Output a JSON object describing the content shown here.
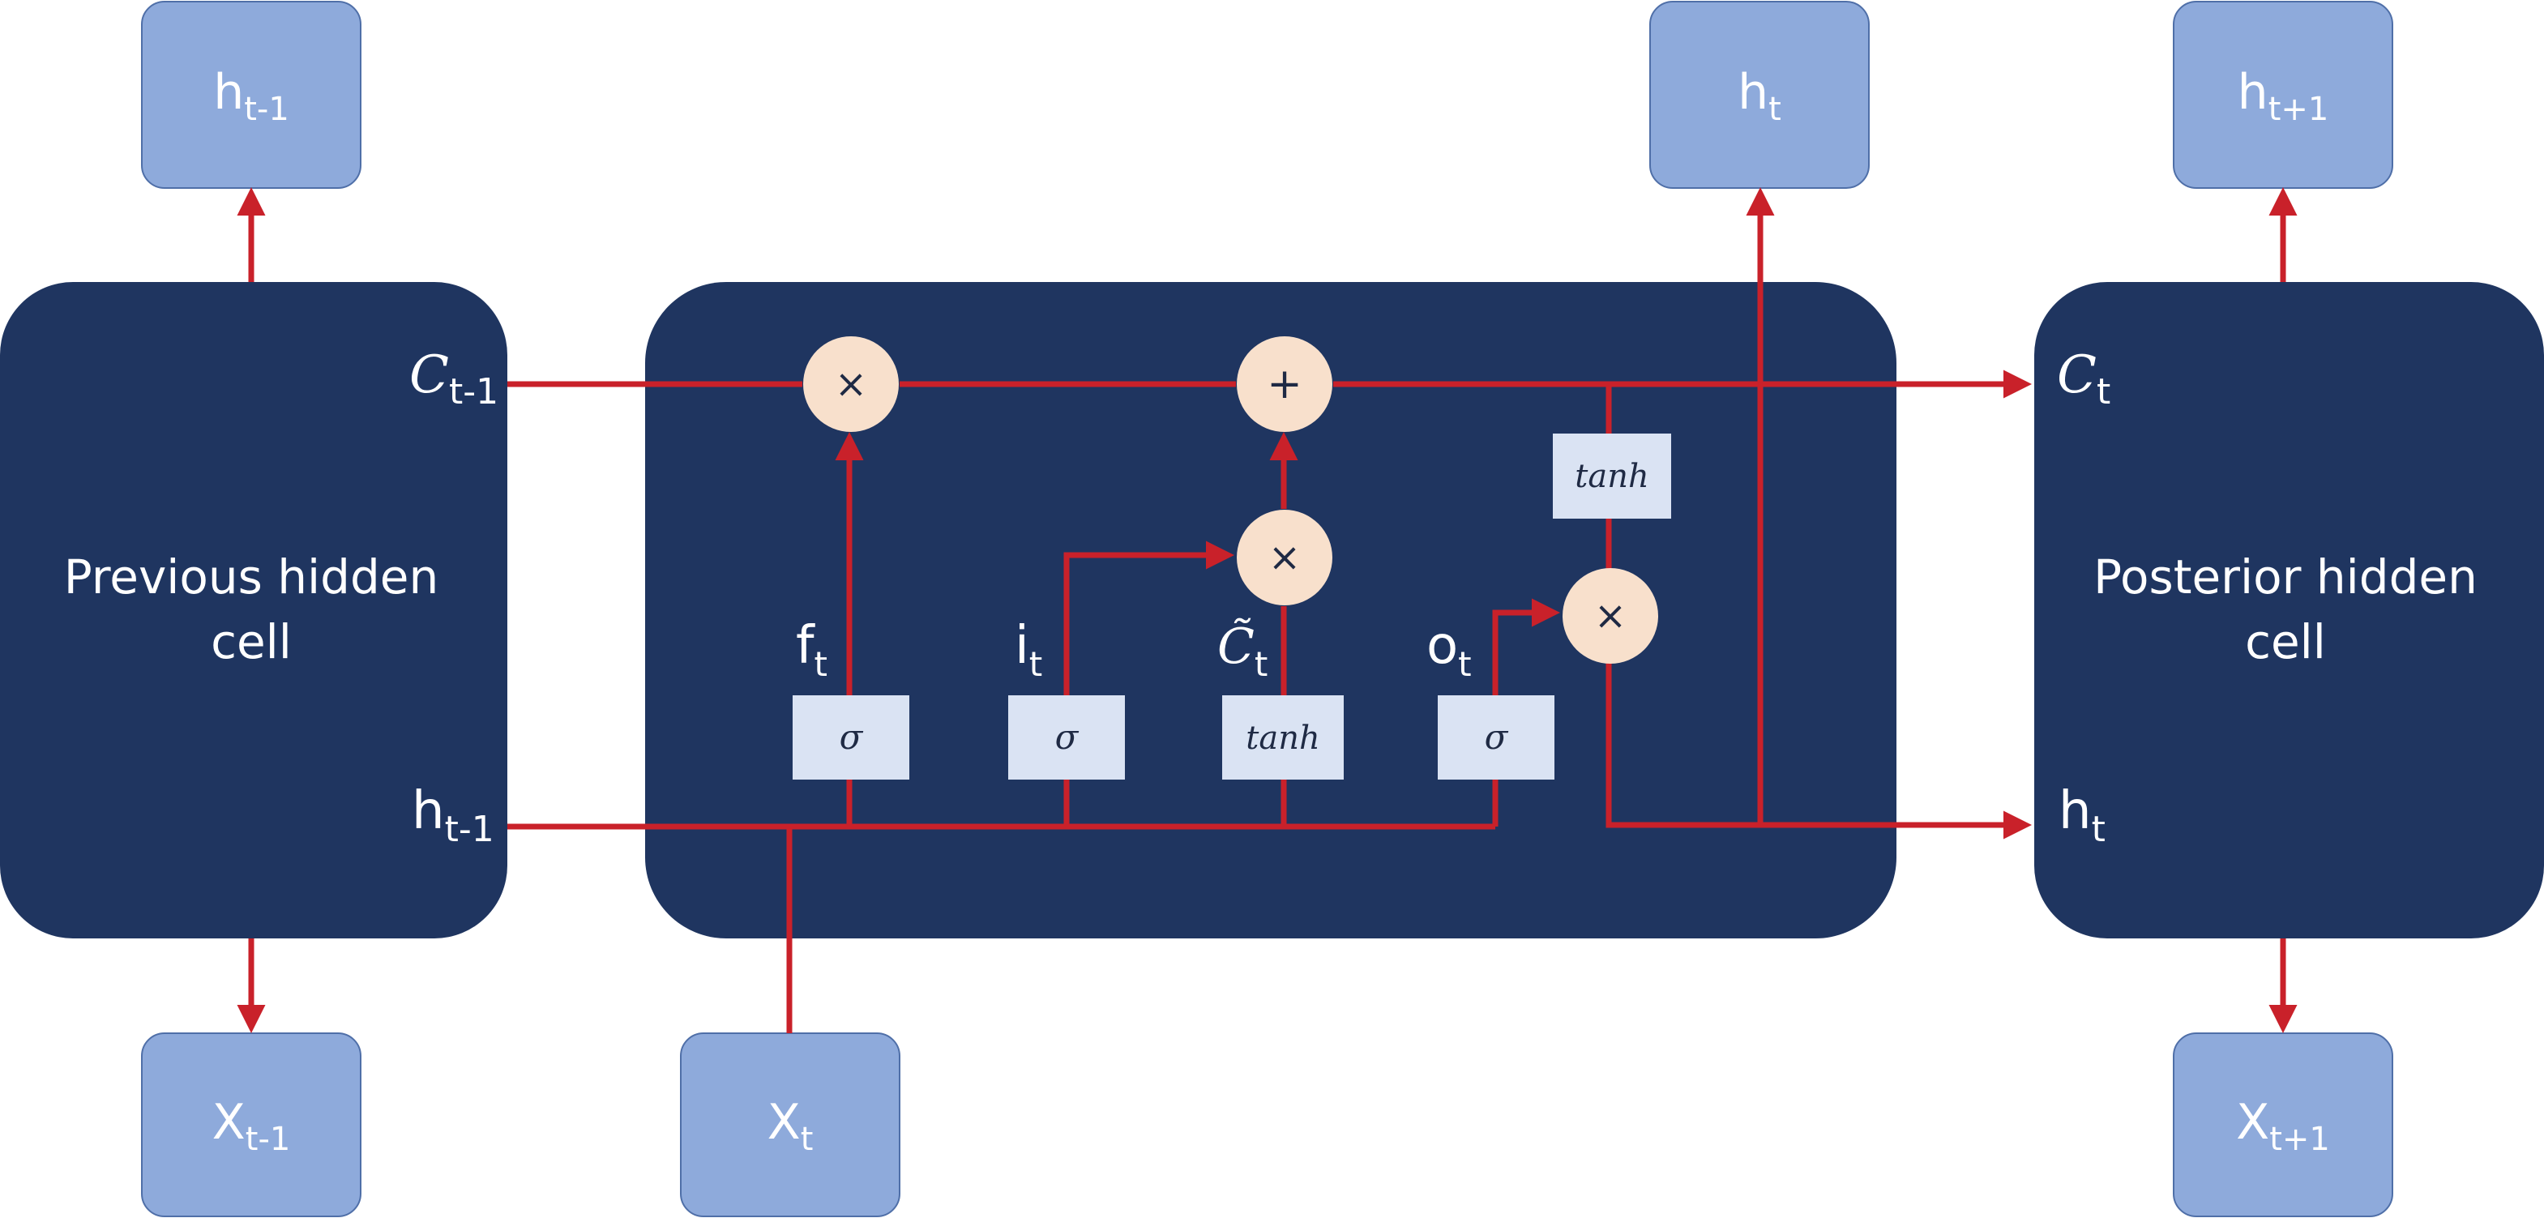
{
  "colors": {
    "cell": "#1f3560",
    "io_box": "#8eaadb",
    "gate_box": "#dae3f3",
    "op_circle": "#f8e0cc",
    "wire": "#c9212a"
  },
  "left_cell": {
    "line1": "Previous hidden",
    "line2": "cell",
    "c_base": "C",
    "c_sub": "t-1",
    "h_base": "h",
    "h_sub": "t-1"
  },
  "right_cell": {
    "line1": "Posterior hidden",
    "line2": "cell",
    "c_base": "C",
    "c_sub": "t",
    "h_base": "h",
    "h_sub": "t"
  },
  "io": {
    "h_prev": {
      "base": "h",
      "sub": "t-1"
    },
    "h_cur": {
      "base": "h",
      "sub": "t"
    },
    "h_next": {
      "base": "h",
      "sub": "t+1"
    },
    "x_prev": {
      "base": "X",
      "sub": "t-1"
    },
    "x_cur": {
      "base": "X",
      "sub": "t"
    },
    "x_next": {
      "base": "X",
      "sub": "t+1"
    }
  },
  "gates": {
    "forget": {
      "label": "σ",
      "out_base": "f",
      "out_sub": "t"
    },
    "input": {
      "label": "σ",
      "out_base": "i",
      "out_sub": "t"
    },
    "candidate": {
      "label": "tanh",
      "out_base": "C̃",
      "out_sub": "t"
    },
    "output": {
      "label": "σ",
      "out_base": "o",
      "out_sub": "t"
    },
    "cell_tanh": {
      "label": "tanh"
    }
  },
  "ops": {
    "forget_mult": "×",
    "add": "+",
    "input_mult": "×",
    "output_mult": "×"
  }
}
